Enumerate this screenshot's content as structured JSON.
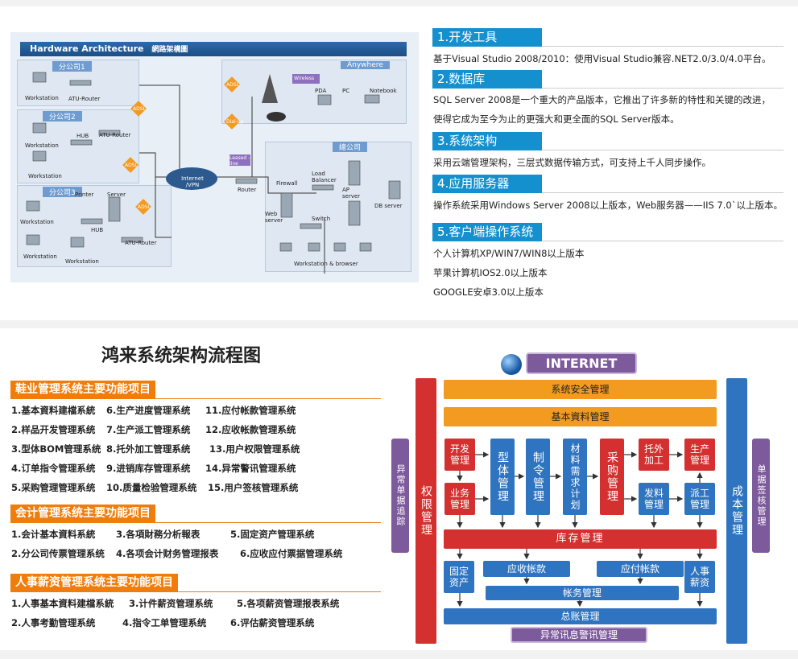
{
  "hardware": {
    "title": "Hardware Architecture",
    "title_cn": "網路架構圖",
    "branch1": "分公司1",
    "branch2": "分公司2",
    "branch3": "分公司3",
    "anywhere": "Anywhere",
    "hq": "總公司",
    "labels": {
      "workstation": "Workstation",
      "atu_router": "ATU-Router",
      "hub": "HUB",
      "printer": "Printer",
      "server": "Server",
      "adsl": "ADSL",
      "dial_up": "Dial-up",
      "wireless": "Wireless",
      "pda": "PDA",
      "pc": "PC",
      "notebook": "Notebook",
      "internet_vpn": "Internet /VPN",
      "leased_line": "Leased -line",
      "router": "Router",
      "firewall": "Firewall",
      "load_balancer": "Load Balancer",
      "ap_server": "AP server",
      "db_server": "DB server",
      "web_server": "Web server",
      "switch": "Switch",
      "ws_browser": "Workstation & browser"
    }
  },
  "specs": [
    {
      "tag": "1.开发工具",
      "lines": [
        "基于Visual Studio 2008/2010：使用Visual Studio兼容.NET2.0/3.0/4.0平台。"
      ]
    },
    {
      "tag": "2.数据库",
      "lines": [
        "SQL Server 2008是一个重大的产品版本，它推出了许多新的特性和关键的改进，",
        "使得它成为至今为止的更强大和更全面的SQL Server版本。"
      ]
    },
    {
      "tag": "3.系统架构",
      "lines": [
        "采用云端管理架构，三层式数据传输方式，可支持上千人同步操作。"
      ]
    },
    {
      "tag": "4.应用服务器",
      "lines": [
        "操作系统采用Windows Server 2008以上版本，Web服务器——IIS 7.0`以上版本。"
      ]
    },
    {
      "tag": "5.客户端操作系统",
      "lines": [
        "个人计算机XP/WIN7/WIN8以上版本",
        "苹果计算机IOS2.0以上版本",
        "GOOGLE安卓3.0以上版本"
      ]
    }
  ],
  "main_title": "鸿来系统架构流程图",
  "shoe": {
    "head": "鞋业管理系统主要功能项目",
    "rows": [
      [
        "1.基本資料建檔系統",
        "6.生产进度管理系统",
        "11.应付帐款管理系统"
      ],
      [
        "2.样品开发管理系统",
        "7.生产派工管理系统",
        "12.应收帐款管理系统"
      ],
      [
        "3.型体BOM管理系统",
        "8.托外加工管理系统",
        "13.用户权限管理系统"
      ],
      [
        "4.订单指令管理系统",
        "9.进销库存管理系统",
        "14.异常警讯管理系统"
      ],
      [
        "5.采购管理管理系统",
        "10.质量检验管理系统",
        "15.用户签核管理系统"
      ]
    ]
  },
  "accounting": {
    "head": "会计管理系统主要功能项目",
    "rows": [
      [
        "1.会计基本資料系統",
        "3.各項財務分析報表",
        "5.固定资产管理系统"
      ],
      [
        "2.分公司传票管理系统",
        "4.各项会计财务管理报表",
        "6.应收应付票据管理系统"
      ]
    ]
  },
  "hr": {
    "head": "人事薪资管理系统主要功能项目",
    "rows": [
      [
        "1.人事基本資料建檔系統",
        "3.计件薪资管理系统",
        "5.各项薪资管理报表系统"
      ],
      [
        "2.人事考勤管理系统",
        "4.指令工单管理系统",
        "6.评估薪资管理系统"
      ]
    ]
  },
  "flow": {
    "internet": "INTERNET",
    "security": "系统安全管理",
    "basic_data": "基本資料管理",
    "permission": "权限管理",
    "exception_sign": "异常单据追踪",
    "cost": "成本管理",
    "doc_sign": "单据签核管理",
    "dev": "开发管理",
    "business": "业务管理",
    "model": "型体管理",
    "order": "制令管理",
    "material": "材料需求计划",
    "purchase": "采购管理",
    "outsource": "托外加工",
    "production": "生产管理",
    "dispatch_mat": "发料管理",
    "dispatch_work": "派工管理",
    "inventory": "库存管理",
    "fixed_asset": "固定资产",
    "receivable": "应收帐款",
    "payable": "应付帐款",
    "hr": "人事薪资",
    "accounts": "帐务管理",
    "ledger": "总账管理",
    "alert": "异常讯息警讯管理"
  },
  "colors": {
    "tag_blue": "#1590cf",
    "section_orange": "#f07d0b",
    "flow_red": "#d3302f",
    "flow_blue": "#2f74c0",
    "flow_orange": "#f39a21",
    "flow_purple": "#7d5a9c"
  }
}
